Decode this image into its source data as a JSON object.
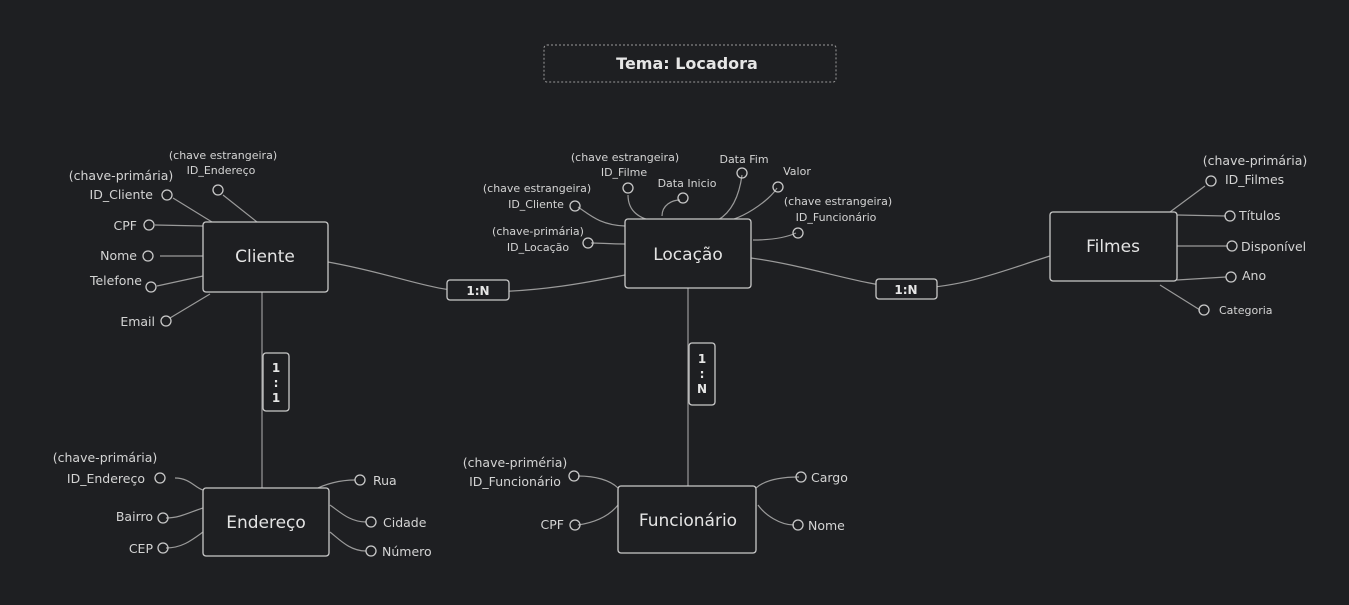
{
  "title": "Tema: Locadora",
  "entities": {
    "cliente": "Cliente",
    "locacao": "Locação",
    "filmes": "Filmes",
    "endereco": "Endereço",
    "funcionario": "Funcionário"
  },
  "cardinalities": {
    "cliente_locacao": "1:N",
    "locacao_filmes": "1:N",
    "cliente_endereco": [
      "1",
      ":",
      "1"
    ],
    "locacao_funcionario": [
      "1",
      ":",
      "N"
    ]
  },
  "cliente_attrs": {
    "fk_note": "(chave estrangeira)",
    "fk_id": "ID_Endereço",
    "pk_note": "(chave-primária)",
    "pk_id": "ID_Cliente",
    "cpf": "CPF",
    "nome": "Nome",
    "telefone": "Telefone",
    "email": "Email"
  },
  "locacao_attrs": {
    "fk_filme_note": "(chave estrangeira)",
    "fk_filme": "ID_Filme",
    "data_inicio": "Data Inicio",
    "data_fim": "Data Fim",
    "valor": "Valor",
    "fk_cliente_note": "(chave estrangeira)",
    "fk_cliente": "ID_Cliente",
    "fk_func_note": "(chave estrangeira)",
    "fk_func": "ID_Funcionário",
    "pk_note": "(chave-primária)",
    "pk_id": "ID_Locação"
  },
  "filmes_attrs": {
    "pk_note": "(chave-primária)",
    "pk_id": "ID_Filmes",
    "titulos": "Títulos",
    "disponivel": "Disponível",
    "ano": "Ano",
    "categoria": "Categoria"
  },
  "endereco_attrs": {
    "pk_note": "(chave-primária)",
    "pk_id": "ID_Endereço",
    "bairro": "Bairro",
    "cep": "CEP",
    "rua": "Rua",
    "cidade": "Cidade",
    "numero": "Número"
  },
  "funcionario_attrs": {
    "pk_note": "(chave-priméria)",
    "pk_id": "ID_Funcionário",
    "cpf": "CPF",
    "cargo": "Cargo",
    "nome": "Nome"
  }
}
